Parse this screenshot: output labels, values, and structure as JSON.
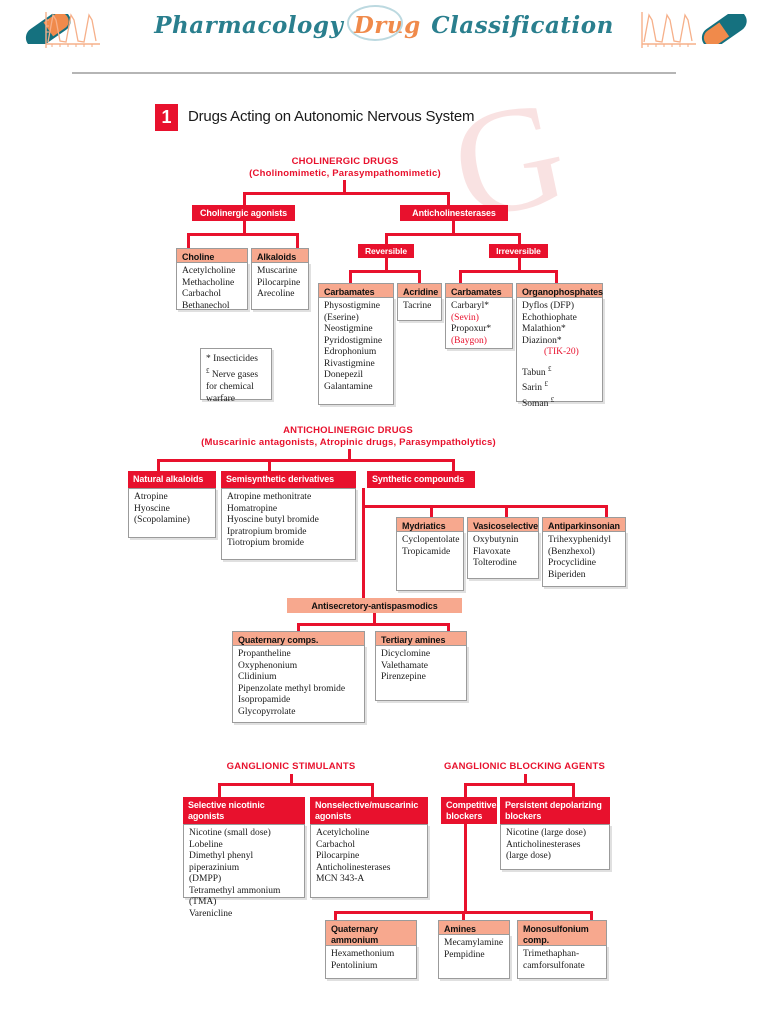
{
  "header": {
    "title_part1": "Pharmacology",
    "title_part2": "Drug",
    "title_part3": "Classification",
    "left_capsule_icon": "capsule-icon",
    "right_capsule_icon": "capsule-icon",
    "left_chart_icon": "ecg-chart-icon",
    "right_chart_icon": "ecg-chart-icon",
    "colors": {
      "teal": "#2a7f8e",
      "orange": "#f08a4b",
      "red": "#e8112d",
      "salmon": "#f7a88e"
    }
  },
  "watermark": "G",
  "section": {
    "number": "1",
    "title": "Drugs Acting on Autonomic Nervous System"
  },
  "cholinergic": {
    "heading_line1": "CHOLINERGIC DRUGS",
    "heading_line2": "(Cholinomimetic, Parasympathomimetic)",
    "branch_agonists": "Cholinergic agonists",
    "branch_anticholinesterases": "Anticholinesterases",
    "reversible": "Reversible",
    "irreversible": "Irreversible",
    "choline_esters": {
      "title": "Choline esters",
      "items": [
        "Acetylcholine",
        "Methacholine",
        "Carbachol",
        "Bethanechol"
      ]
    },
    "alkaloids": {
      "title": "Alkaloids",
      "items": [
        "Muscarine",
        "Pilocarpine",
        "Arecoline"
      ]
    },
    "carbamates_rev": {
      "title": "Carbamates",
      "items": [
        "Physostigmine",
        "(Eserine)",
        "Neostigmine",
        "Pyridostigmine",
        "Edrophonium",
        "Rivastigmine",
        "Donepezil",
        "Galantamine"
      ]
    },
    "acridine": {
      "title": "Acridine",
      "items": [
        "Tacrine"
      ]
    },
    "carbamates_irrev": {
      "title": "Carbamates",
      "items": [
        "Carbaryl*",
        "(Sevin)",
        "Propoxur*",
        "(Baygon)"
      ]
    },
    "organophosphates": {
      "title": "Organophosphates",
      "items": [
        "Dyflos (DFP)",
        "Echothiophate",
        "Malathion*",
        "Diazinon*",
        "(TIK-20)",
        "Tabun",
        "Sarin",
        "Soman"
      ]
    },
    "footnote": [
      "* Insecticides",
      "Nerve gases",
      "for chemical",
      "warfare"
    ]
  },
  "anticholinergic": {
    "heading_line1": "ANTICHOLINERGIC DRUGS",
    "heading_line2": "(Muscarinic antagonists, Atropinic drugs, Parasympatholytics)",
    "natural_alkaloids": {
      "title": "Natural alkaloids",
      "items": [
        "Atropine",
        "Hyoscine",
        "(Scopolamine)"
      ]
    },
    "semisynthetic": {
      "title": "Semisynthetic derivatives",
      "items": [
        "Atropine methonitrate",
        "Homatropine",
        "Hyoscine butyl bromide",
        "Ipratropium bromide",
        "Tiotropium bromide"
      ]
    },
    "synthetic": {
      "title": "Synthetic compounds"
    },
    "mydriatics": {
      "title": "Mydriatics",
      "items": [
        "Cyclopentolate",
        "Tropicamide"
      ]
    },
    "vasicoselective": {
      "title": "Vasicoselective",
      "items": [
        "Oxybutynin",
        "Flavoxate",
        "Tolterodine"
      ]
    },
    "antiparkinsonian": {
      "title": "Antiparkinsonian",
      "items": [
        "Trihexyphenidyl",
        "(Benzhexol)",
        "Procyclidine",
        "Biperiden"
      ]
    },
    "antisecretory": {
      "title": "Antisecretory-antispasmodics"
    },
    "quaternary": {
      "title": "Quaternary comps.",
      "items": [
        "Propantheline",
        "Oxyphenonium",
        "Clidinium",
        "Pipenzolate methyl bromide",
        "Isopropamide",
        "Glycopyrrolate"
      ]
    },
    "tertiary": {
      "title": "Tertiary amines",
      "items": [
        "Dicyclomine",
        "Valethamate",
        "Pirenzepine"
      ]
    }
  },
  "ganglionic": {
    "stimulants_heading": "GANGLIONIC STIMULANTS",
    "blockers_heading": "GANGLIONIC BLOCKING AGENTS",
    "selective_nicotinic": {
      "title": "Selective nicotinic agonists",
      "items": [
        "Nicotine (small dose)",
        "Lobeline",
        "Dimethyl phenyl piperazinium",
        "(DMPP)",
        "Tetramethyl ammonium (TMA)",
        "Varenicline"
      ]
    },
    "nonselective": {
      "title": "Nonselective/muscarinic agonists",
      "items": [
        "Acetylcholine",
        "Carbachol",
        "Pilocarpine",
        "Anticholinesterases",
        "MCN 343-A"
      ]
    },
    "competitive": {
      "title": "Competitive blockers"
    },
    "persistent": {
      "title": "Persistent depolarizing blockers",
      "items": [
        "Nicotine (large dose)",
        "Anticholinesterases",
        "(large dose)"
      ]
    },
    "quaternary_ammonium": {
      "title": "Quaternary ammonium comps.",
      "items": [
        "Hexamethonium",
        "Pentolinium"
      ]
    },
    "amines": {
      "title": "Amines",
      "items": [
        "Mecamylamine",
        "Pempidine"
      ]
    },
    "monosulfonium": {
      "title": "Monosulfonium comp.",
      "items": [
        "Trimethaphan-",
        "camforsulfonate"
      ]
    }
  }
}
